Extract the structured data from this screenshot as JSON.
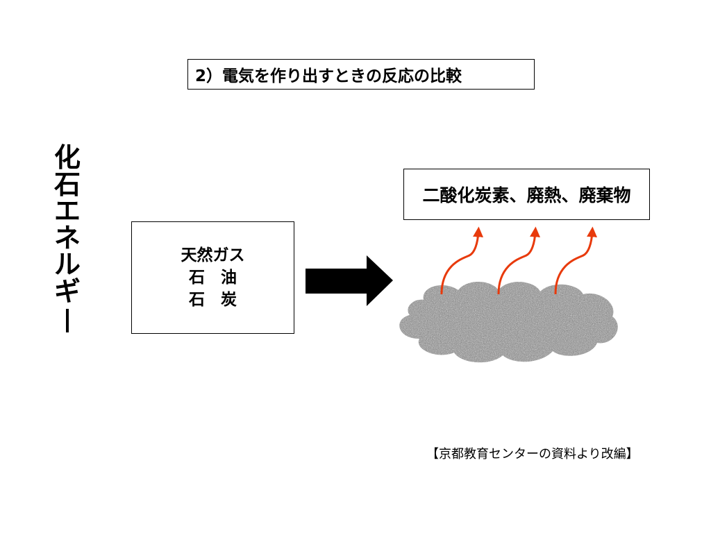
{
  "title": "2）電気を作り出すときの反応の比較",
  "side_label": [
    "化",
    "石",
    "エ",
    "ネ",
    "ル",
    "ギ"
  ],
  "fuels": {
    "line1": "天然ガス",
    "line2": "石　油",
    "line3": "石　炭"
  },
  "products": "二酸化炭素、廃熱、廃棄物",
  "source": "【京都教育センターの資料より改編】",
  "colors": {
    "heat_arrow": "#e83a0c",
    "cloud": "#8a8a8a",
    "main_arrow": "#000000"
  }
}
